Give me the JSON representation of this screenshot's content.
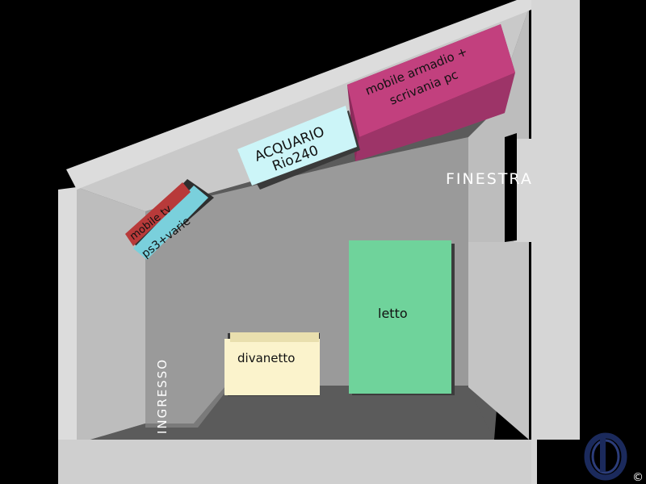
{
  "labels": {
    "mobile_armadio": [
      "mobile armadio +",
      "scrivania pc"
    ],
    "acquario": [
      "ACQUARIO",
      "Rio240"
    ],
    "finestra": "FINESTRA",
    "mobile_tv": "mobile tv",
    "ps3": "ps3+varie",
    "letto": "letto",
    "divanetto": "divanetto",
    "ingresso": "INGRESSO",
    "copyright": "©"
  },
  "colors": {
    "background": "#000000",
    "wall_top": "#dcdcdc",
    "wall_side": "#bdbdbd",
    "floor": "#5b5b5b",
    "armadio": "#c2407e",
    "acquario": "#ccf5f8",
    "mobile_tv": "#b83a3a",
    "ps3": "#7ad0dc",
    "letto": "#6fd39b",
    "divanetto": "#fbf3cc",
    "logo": "#1b2a5c"
  }
}
